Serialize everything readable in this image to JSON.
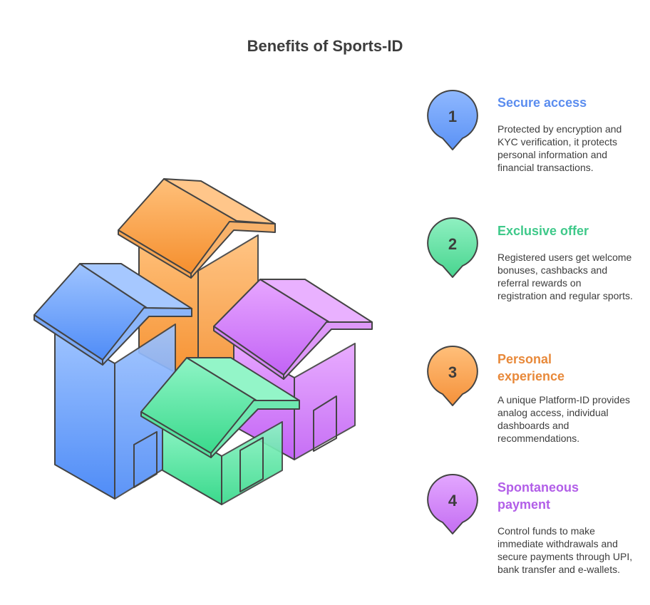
{
  "title": "Benefits of Sports-ID",
  "colors": {
    "blue": "#5b8def",
    "green": "#3fc98a",
    "orange": "#e8893a",
    "purple": "#b25ee8",
    "text": "#3d3d3d",
    "outline": "#444444"
  },
  "items": [
    {
      "number": "1",
      "title": "Secure access",
      "description": "Protected by encryption and KYC verification, it protects personal information and financial transactions."
    },
    {
      "number": "2",
      "title": "Exclusive offer",
      "description": "Registered users get welcome bonuses, cashbacks and referral rewards on registration and regular sports."
    },
    {
      "number": "3",
      "title": "Personal experience",
      "description": "A unique Platform-ID provides analog access, individual dashboards and recommendations."
    },
    {
      "number": "4",
      "title": "Spontaneous payment",
      "description": "Control funds to make immediate withdrawals and secure payments through UPI, bank transfer and e-wallets."
    }
  ]
}
